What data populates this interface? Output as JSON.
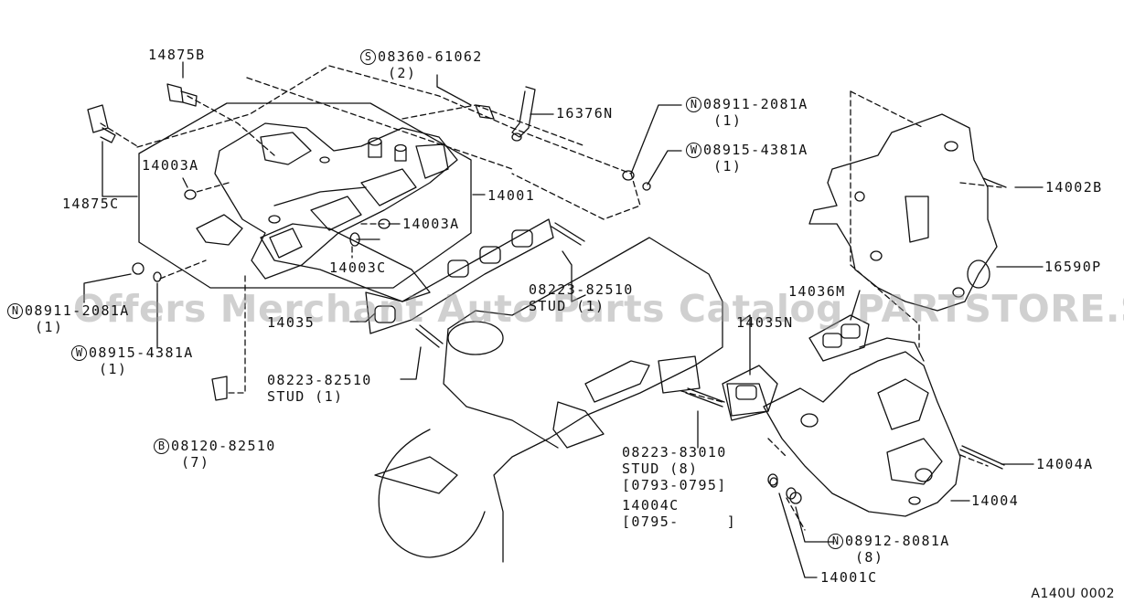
{
  "labels": {
    "p14875B": "14875B",
    "p14875C": "14875C",
    "p14003A_left": "14003A",
    "p14003A_right": "14003A",
    "p14003C": "14003C",
    "p14001": "14001",
    "p16376N": "16376N",
    "s_bolt": {
      "symbol": "S",
      "part": "08360-61062",
      "qty": "(2)"
    },
    "n_nut_top": {
      "symbol": "N",
      "part": "08911-2081A",
      "qty": "(1)"
    },
    "w_washer_top": {
      "symbol": "W",
      "part": "08915-4381A",
      "qty": "(1)"
    },
    "p14002B": "14002B",
    "p16590P": "16590P",
    "p14036M": "14036M",
    "p14035N": "14035N",
    "stud_upper": {
      "part": "08223-82510",
      "desc": "STUD (1)"
    },
    "n_nut_left": {
      "symbol": "N",
      "part": "08911-2081A",
      "qty": "(1)"
    },
    "p14035": "14035",
    "w_washer_left": {
      "symbol": "W",
      "part": "08915-4381A",
      "qty": "(1)"
    },
    "stud_lower": {
      "part": "08223-82510",
      "desc": "STUD (1)"
    },
    "b_bolt": {
      "symbol": "B",
      "part": "08120-82510",
      "qty": "(7)"
    },
    "stud_8": {
      "part": "08223-83010",
      "desc": "STUD (8)",
      "range": "[0793-0795]"
    },
    "p14004C": {
      "part": "14004C",
      "range": "[0795-     ]"
    },
    "p14004A": "14004A",
    "p14004": "14004",
    "n_nut_bottom": {
      "symbol": "N",
      "part": "08912-8081A",
      "qty": "(8)"
    },
    "p14001C": "14001C"
  },
  "watermark": "Offers Merchant Auto Parts Catalog PARTSTORE.SA",
  "reference": "A140U 0002",
  "colors": {
    "line": "#111111",
    "watermark": "#969696"
  }
}
